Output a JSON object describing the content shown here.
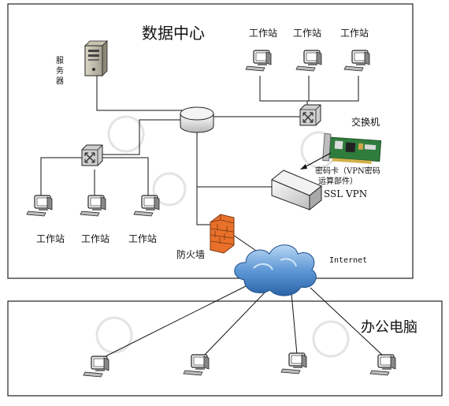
{
  "datacenter": {
    "title": "数据中心"
  },
  "server": {
    "label_chars": [
      "服",
      "务",
      "器"
    ]
  },
  "workstations_top": [
    "工作站",
    "工作站",
    "工作站"
  ],
  "workstations_left": [
    "工作站",
    "工作站",
    "工作站"
  ],
  "switch_label": "交换机",
  "crypto_card_label": [
    "密码卡（VPN密码",
    "运算部件）"
  ],
  "ssl_vpn_label": "SSL  VPN",
  "firewall_label": "防火墙",
  "internet_label": "Internet",
  "office": {
    "title": "办公电脑"
  },
  "colors": {
    "line": "#111111",
    "firewall": "#e8702a",
    "cloud": "#3d7fc4",
    "switch": "#9a9a9a"
  }
}
